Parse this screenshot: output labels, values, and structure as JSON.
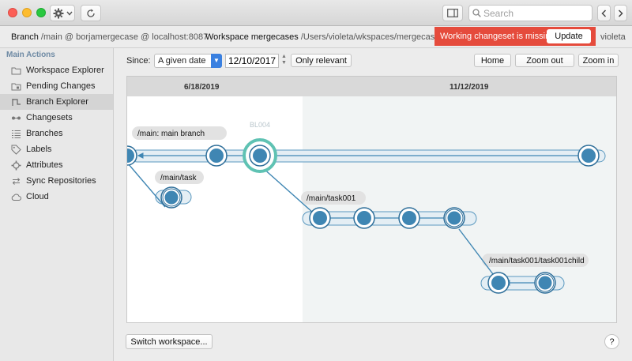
{
  "toolbar": {
    "search_placeholder": "Search",
    "gear_icon": "gear-icon",
    "refresh_icon": "refresh-icon"
  },
  "infobar": {
    "branch_label": "Branch",
    "branch_value": "/main @ borjamergecase @ localhost:8087",
    "workspace_label": "Workspace mergecases",
    "workspace_value": "/Users/violeta/wkspaces/mergecases",
    "warning_text": "Working changeset is missing",
    "update_label": "Update",
    "user": "violeta"
  },
  "sidebar": {
    "title": "Main Actions",
    "items": [
      {
        "label": "Workspace Explorer",
        "icon": "folder-icon"
      },
      {
        "label": "Pending Changes",
        "icon": "pending-changes-icon"
      },
      {
        "label": "Branch Explorer",
        "icon": "branch-icon",
        "active": true
      },
      {
        "label": "Changesets",
        "icon": "changeset-icon"
      },
      {
        "label": "Branches",
        "icon": "list-icon"
      },
      {
        "label": "Labels",
        "icon": "tag-icon"
      },
      {
        "label": "Attributes",
        "icon": "gear-icon"
      },
      {
        "label": "Sync Repositories",
        "icon": "sync-icon"
      },
      {
        "label": "Cloud",
        "icon": "cloud-icon"
      }
    ]
  },
  "filters": {
    "since_label": "Since:",
    "since_value": "A given date",
    "date_value": "12/10/2017",
    "only_relevant": "Only relevant",
    "home": "Home",
    "zoom_out": "Zoom out",
    "zoom_in": "Zoom in"
  },
  "graph": {
    "date_left": "6/18/2019",
    "date_right": "11/12/2019",
    "label_bl": "BL004",
    "branches": {
      "main": "/main: main branch",
      "task": "/main/task",
      "task001": "/main/task001",
      "task001child": "/main/task001/task001child"
    }
  },
  "footer": {
    "switch_workspace": "Switch workspace...",
    "help": "?"
  },
  "colors": {
    "warning": "#e54b3c",
    "node": "#3f86b3",
    "node_ring": "#2f6f9a",
    "label_ring": "#5fc2b3",
    "accent_select": "#3a80e0"
  }
}
